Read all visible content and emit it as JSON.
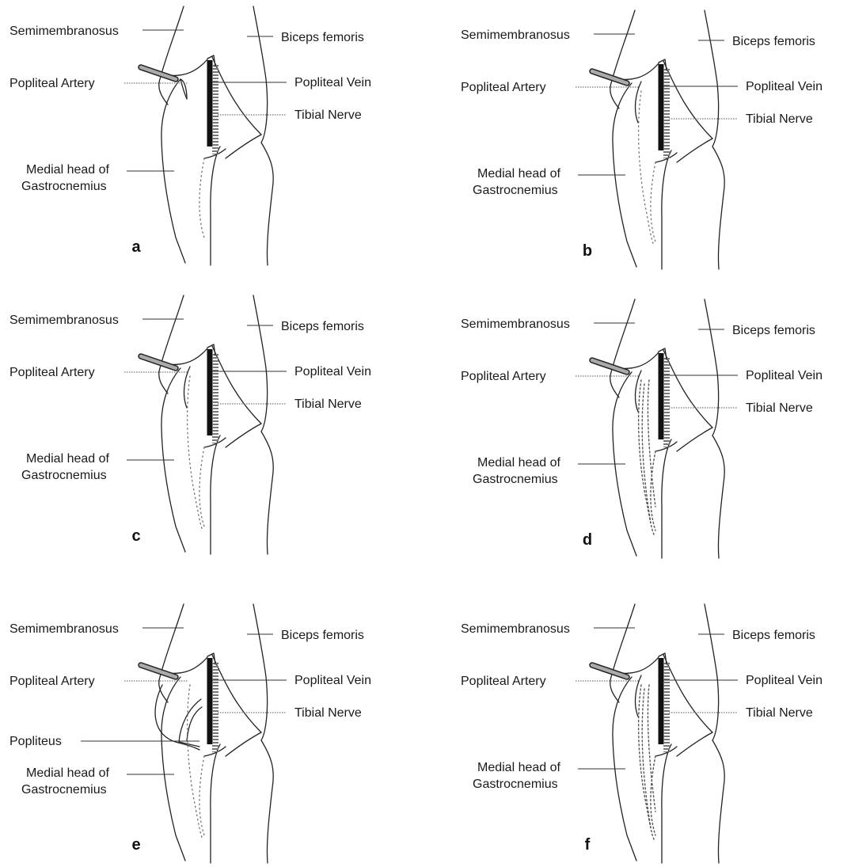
{
  "labels": {
    "semimembranosus": "Semimembranosus",
    "biceps_femoris": "Biceps femoris",
    "popliteal_artery": "Popliteal Artery",
    "popliteal_vein": "Popliteal Vein",
    "tibial_nerve": "Tibial Nerve",
    "medial_head_line1": "Medial head of",
    "medial_head_line2": "Gastrocnemius",
    "popliteus": "Popliteus"
  },
  "panels": [
    {
      "id": "a",
      "letter": "a",
      "has_popliteus": false
    },
    {
      "id": "b",
      "letter": "b",
      "has_popliteus": false
    },
    {
      "id": "c",
      "letter": "c",
      "has_popliteus": false
    },
    {
      "id": "d",
      "letter": "d",
      "has_popliteus": false
    },
    {
      "id": "e",
      "letter": "e",
      "has_popliteus": true
    },
    {
      "id": "f",
      "letter": "f",
      "has_popliteus": false
    }
  ]
}
